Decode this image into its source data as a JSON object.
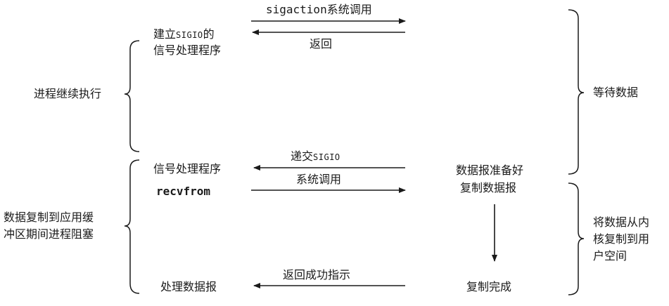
{
  "app_side": {
    "setup_line1_prefix": "建立",
    "setup_line1_code": "SIGIO",
    "setup_line1_suffix": "的",
    "setup_line2": "信号处理程序",
    "handler": "信号处理程序",
    "recvfrom": "recvfrom",
    "process_datagram": "处理数据报"
  },
  "messages": {
    "sigaction_code": "sigaction",
    "sigaction_suffix": "系统调用",
    "return": "返回",
    "deliver_prefix": "递交",
    "deliver_code": "SIGIO",
    "syscall": "系统调用",
    "return_success": "返回成功指示"
  },
  "left_braces": {
    "continue": "进程继续执行",
    "blocked_line1": "数据复制到应用缓",
    "blocked_line2": "冲区期间进程阻塞"
  },
  "kernel_side": {
    "ready": "数据报准备好",
    "copy": "复制数据报",
    "done": "复制完成"
  },
  "right_braces": {
    "wait": "等待数据",
    "copy_line1": "将数据从内",
    "copy_line2": "核复制到用",
    "copy_line3": "户空间"
  }
}
